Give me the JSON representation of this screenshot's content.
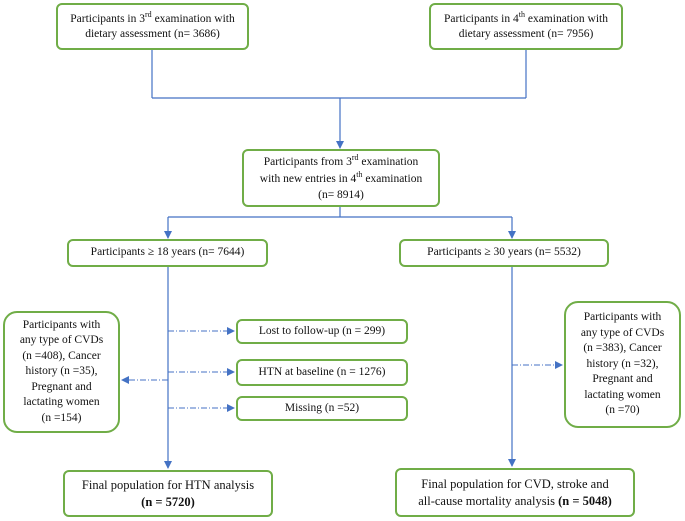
{
  "boxes": {
    "exam3": {
      "line1_pre": "Participants in 3",
      "line1_sup": "rd",
      "line1_post": " examination with",
      "line2": "dietary assessment (n= 3686)"
    },
    "exam4": {
      "line1_pre": "Participants in 4",
      "line1_sup": "th",
      "line1_post": " examination with",
      "line2": "dietary assessment (n= 7956)"
    },
    "combined": {
      "line1_pre": "Participants from 3",
      "line1_sup": "rd",
      "line1_post": " examination",
      "line2_pre": "with new entries in 4",
      "line2_sup": "th",
      "line2_post": " examination",
      "line3": "(n= 8914)"
    },
    "age18": {
      "text": "Participants ≥ 18 years (n= 7644)"
    },
    "age30": {
      "text": "Participants ≥ 30 years (n= 5532)"
    },
    "excl_left": {
      "lines": [
        "Participants with",
        "any type of CVDs",
        "(n =408), Cancer",
        "history (n =35),",
        "Pregnant and",
        "lactating women",
        "(n =154)"
      ]
    },
    "excl_right": {
      "lines": [
        "Participants with",
        "any type of CVDs",
        "(n =383), Cancer",
        "history (n =32),",
        "Pregnant and",
        "lactating women",
        "(n =70)"
      ]
    },
    "lost": {
      "text": "Lost to follow-up (n = 299)"
    },
    "htn_baseline": {
      "text": "HTN at baseline (n = 1276)"
    },
    "missing": {
      "text": "Missing (n =52)"
    },
    "final_htn": {
      "line1": "Final population for HTN analysis",
      "line2": "(n = 5720)"
    },
    "final_cvd": {
      "line1": "Final population for CVD, stroke and",
      "line2_pre": "all-cause mortality analysis ",
      "line2_bold": "(n = 5048)"
    }
  },
  "colors": {
    "border": "#70ad47",
    "arrow": "#4472c4"
  }
}
